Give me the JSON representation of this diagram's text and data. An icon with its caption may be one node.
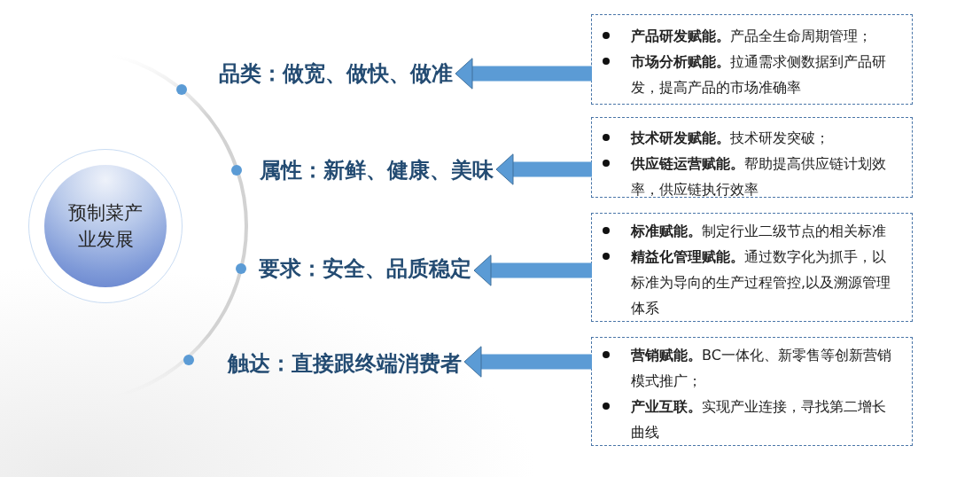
{
  "diagram": {
    "nodes": [
      {
        "text": [
          "预制菜产业发展"
        ]
      },
      {
        "text": [
          "品类：做宽、做快、做准"
        ]
      },
      {
        "text": [
          "属性：新鲜、健康、美味"
        ]
      },
      {
        "text": [
          "要求：安全、品质稳定"
        ]
      },
      {
        "text": [
          "触达：直接跟终端消费者"
        ]
      },
      {
        "text": [
          "**产品研发赋能。**产品全生命周期管理；",
          "**市场分析赋能。**拉通需求侧数据到产品研发，提高产品的市场准确率"
        ]
      },
      {
        "text": [
          "**技术研发赋能。**技术研发突破；",
          "**供应链运营赋能。**帮助提高供应链计划效率，供应链执行效率"
        ]
      },
      {
        "text": [
          "**标准赋能。**制定行业二级节点的相关标准",
          "**精益化管理赋能。**通过数字化为抓手，以标准为导向的生产过程管控,以及溯源管理体系"
        ]
      },
      {
        "text": [
          "**营销赋能。**BC一体化、新零售等创新营销模式推广；",
          "**产业互联。**实现产业连接，寻找第二增长曲线"
        ]
      }
    ],
    "edges": [
      {
        "from": 5,
        "to": 1,
        "arrow": "to"
      },
      {
        "from": 6,
        "to": 2,
        "arrow": "to"
      },
      {
        "from": 7,
        "to": 3,
        "arrow": "to"
      },
      {
        "from": 8,
        "to": 4,
        "arrow": "to"
      }
    ]
  }
}
